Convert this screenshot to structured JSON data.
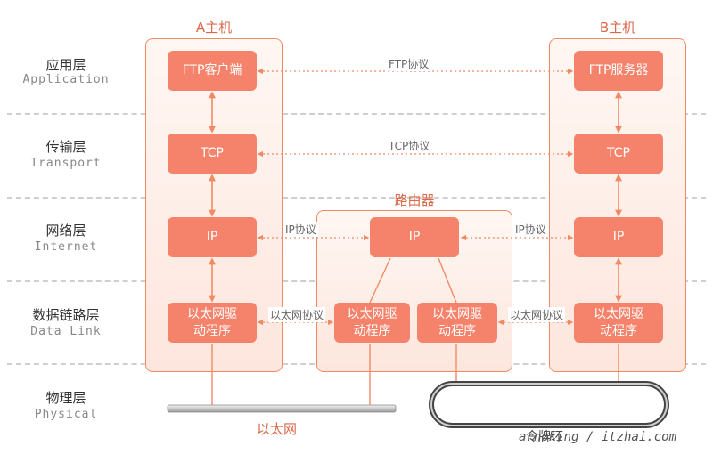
{
  "hosts": {
    "a_title": "A主机",
    "b_title": "B主机",
    "router_title": "路由器"
  },
  "layers": [
    {
      "cn": "应用层",
      "en": "Application"
    },
    {
      "cn": "传输层",
      "en": "Transport"
    },
    {
      "cn": "网络层",
      "en": "Internet"
    },
    {
      "cn": "数据链路层",
      "en": "Data Link"
    },
    {
      "cn": "物理层",
      "en": "Physical"
    }
  ],
  "boxes": {
    "a_ftp": "FTP客户端",
    "a_tcp": "TCP",
    "a_ip": "IP",
    "a_eth": "以太网驱\n动程序",
    "r_ip": "IP",
    "r_eth_left": "以太网驱\n动程序",
    "r_eth_right": "以太网驱\n动程序",
    "b_ftp": "FTP服务器",
    "b_tcp": "TCP",
    "b_ip": "IP",
    "b_eth": "以太网驱\n动程序"
  },
  "protocols": {
    "ftp": "FTP协议",
    "tcp": "TCP协议",
    "ip_left": "IP协议",
    "ip_right": "IP协议",
    "eth_left": "以太网协议",
    "eth_right": "以太网协议"
  },
  "media": {
    "ethernet": "以太网",
    "token_ring": "令牌环"
  },
  "watermark": "arnoking / itzhai.com",
  "colors": {
    "box": "#f5826a",
    "border": "#f08a64",
    "label": "#d9694a"
  }
}
